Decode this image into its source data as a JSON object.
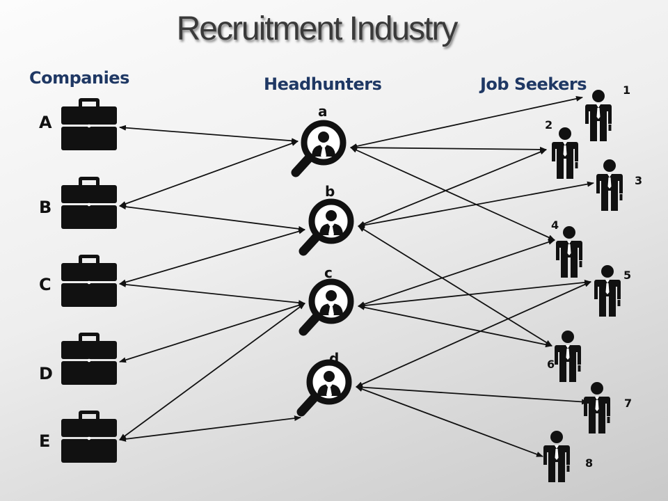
{
  "title": "Recruitment Industry",
  "columns": {
    "companies": "Companies",
    "headhunters": "Headhunters",
    "job_seekers": "Job Seekers"
  },
  "companies": [
    {
      "id": "A",
      "label": "A"
    },
    {
      "id": "B",
      "label": "B"
    },
    {
      "id": "C",
      "label": "C"
    },
    {
      "id": "D",
      "label": "D"
    },
    {
      "id": "E",
      "label": "E"
    }
  ],
  "headhunters": [
    {
      "id": "a",
      "label": "a"
    },
    {
      "id": "b",
      "label": "b"
    },
    {
      "id": "c",
      "label": "c"
    },
    {
      "id": "d",
      "label": "d"
    }
  ],
  "job_seekers": [
    {
      "id": "1",
      "label": "1"
    },
    {
      "id": "2",
      "label": "2"
    },
    {
      "id": "3",
      "label": "3"
    },
    {
      "id": "4",
      "label": "4"
    },
    {
      "id": "5",
      "label": "5"
    },
    {
      "id": "6",
      "label": "6"
    },
    {
      "id": "7",
      "label": "7"
    },
    {
      "id": "8",
      "label": "8"
    }
  ],
  "connections": [
    {
      "from": "A",
      "to": "a"
    },
    {
      "from": "B",
      "to": "a"
    },
    {
      "from": "B",
      "to": "b"
    },
    {
      "from": "C",
      "to": "b"
    },
    {
      "from": "C",
      "to": "c"
    },
    {
      "from": "D",
      "to": "c"
    },
    {
      "from": "E",
      "to": "c"
    },
    {
      "from": "E",
      "to": "d"
    },
    {
      "from": "a",
      "to": "1"
    },
    {
      "from": "a",
      "to": "2"
    },
    {
      "from": "a",
      "to": "4"
    },
    {
      "from": "b",
      "to": "2"
    },
    {
      "from": "b",
      "to": "3"
    },
    {
      "from": "b",
      "to": "6"
    },
    {
      "from": "c",
      "to": "4"
    },
    {
      "from": "c",
      "to": "5"
    },
    {
      "from": "c",
      "to": "6"
    },
    {
      "from": "d",
      "to": "5"
    },
    {
      "from": "d",
      "to": "7"
    },
    {
      "from": "d",
      "to": "8"
    }
  ],
  "icons": {
    "company": "briefcase-icon",
    "headhunter": "magnifier-person-icon",
    "job_seeker": "person-icon"
  },
  "colors": {
    "heading": "#1f3864",
    "title": "#3a3a3a",
    "icon": "#111111"
  }
}
